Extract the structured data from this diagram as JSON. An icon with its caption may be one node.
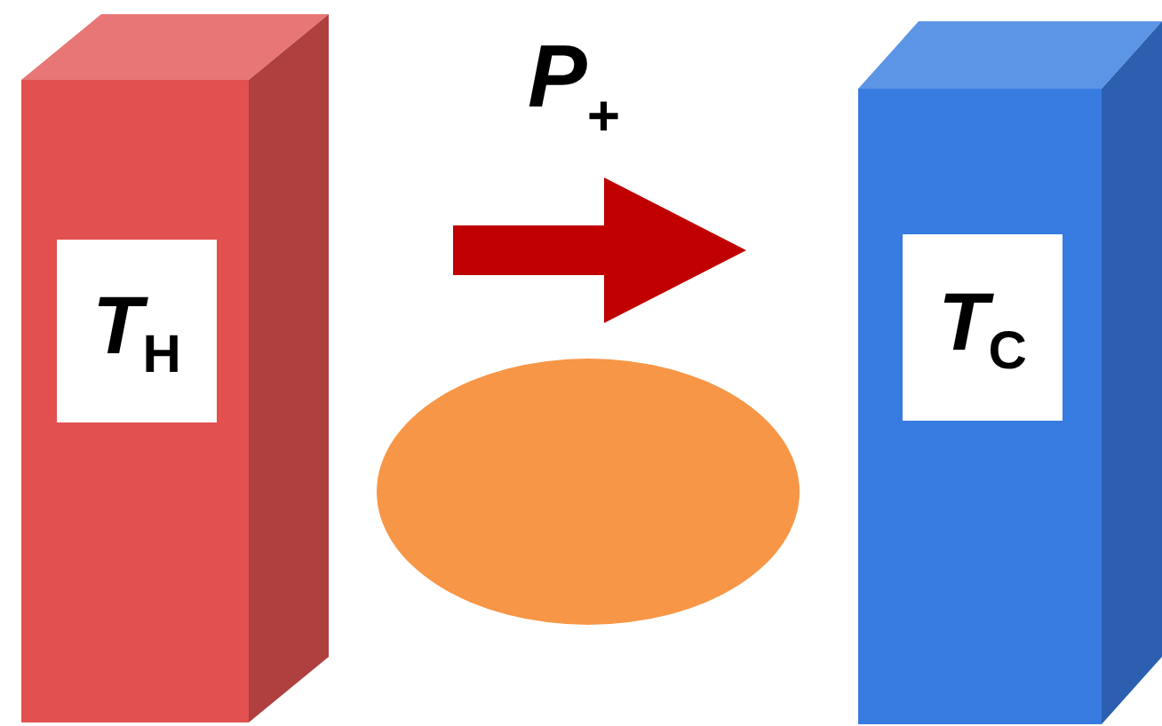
{
  "diagram": {
    "nodes": [
      {
        "text": [],
        "shape": "box"
      },
      {
        "text": [
          "*T*$_{H}$"
        ],
        "in": 0
      },
      {
        "text": [],
        "shape": "box"
      },
      {
        "text": [
          "*T*$_{C}$"
        ],
        "in": 2
      },
      {
        "text": [],
        "shape": "ellipse"
      }
    ],
    "labels": [
      "*P*$_{+}$"
    ]
  }
}
